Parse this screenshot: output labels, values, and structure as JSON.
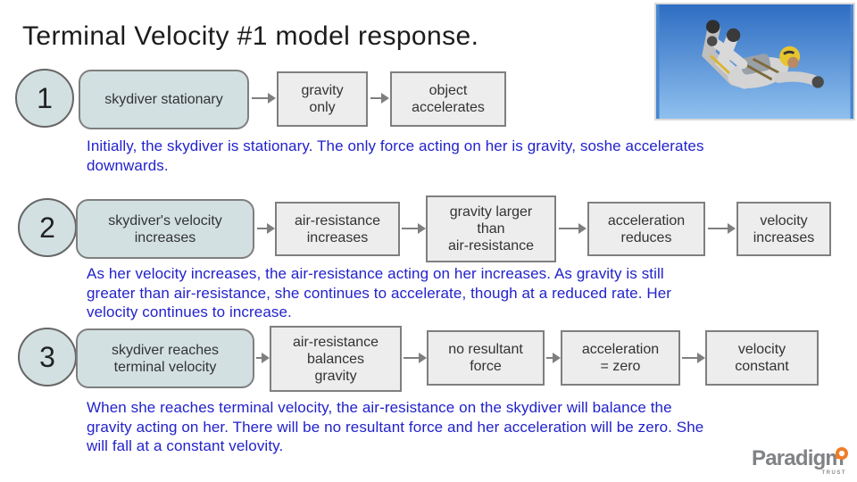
{
  "slide": {
    "title": "Terminal Velocity #1 model response."
  },
  "colors": {
    "stage_box_fill": "#d2e0e2",
    "step_box_fill": "#ededed",
    "box_border": "#7f7f7f",
    "caption_blue": "#2222cc",
    "logo_gray": "#808285",
    "logo_orange": "#f07d28",
    "sky_top": "#2e6dc2",
    "sky_bottom": "#8fc0ee"
  },
  "rows": [
    {
      "number": "1",
      "boxes": [
        "skydiver stationary",
        "gravity\nonly",
        "object\naccelerates"
      ],
      "caption": "Initially, the skydiver is stationary. The only force acting on her is gravity, soshe accelerates\ndownwards."
    },
    {
      "number": "2",
      "boxes": [
        "skydiver's velocity\nincreases",
        "air-resistance\nincreases",
        "gravity larger\nthan\nair-resistance",
        "acceleration\nreduces",
        "velocity\nincreases"
      ],
      "caption": "As her velocity increases, the air-resistance acting on her increases. As gravity is still\ngreater than air-resistance, she continues to accelerate, though at a reduced rate. Her\nvelocity continues to increase."
    },
    {
      "number": "3",
      "boxes": [
        "skydiver reaches\nterminal velocity",
        "air-resistance\nbalances\ngravity",
        "no resultant\nforce",
        "acceleration\n= zero",
        "velocity\nconstant"
      ],
      "caption": "When she reaches terminal velocity, the air-resistance on the skydiver will balance the\ngravity acting on her. There will be no resultant force and her acceleration will be zero. She\nwill fall at a constant velovity."
    }
  ],
  "logo": {
    "name": "Paradigm",
    "sub": "TRUST"
  }
}
